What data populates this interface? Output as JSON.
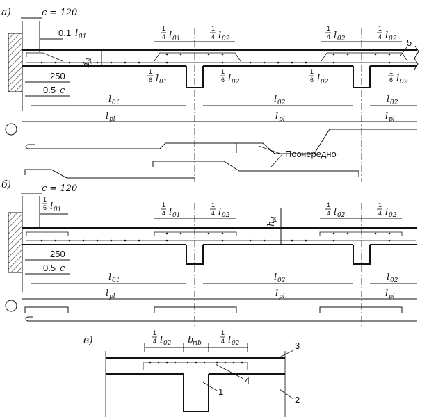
{
  "panels": {
    "a": "а)",
    "b": "б)",
    "c": "в)"
  },
  "labels": {
    "c120": "c = 120",
    "c_value": "120",
    "point_one": "0.1",
    "one_fifth_num": "1",
    "one_fifth_den": "5",
    "quarter_num": "1",
    "quarter_den": "4",
    "sixth_num": "1",
    "sixth_den": "6",
    "l_letter": "l",
    "sub_01": "01",
    "sub_02": "02",
    "sub_pl": "pl",
    "h_letter": "h",
    "b_rib": "b",
    "sub_rib": "rib",
    "n250": "250",
    "half_c": "0.5",
    "c_letter": "c",
    "alternately": "Поочередно",
    "callout_1": "1",
    "callout_2": "2",
    "callout_3": "3",
    "callout_4": "4",
    "callout_5": "5"
  }
}
